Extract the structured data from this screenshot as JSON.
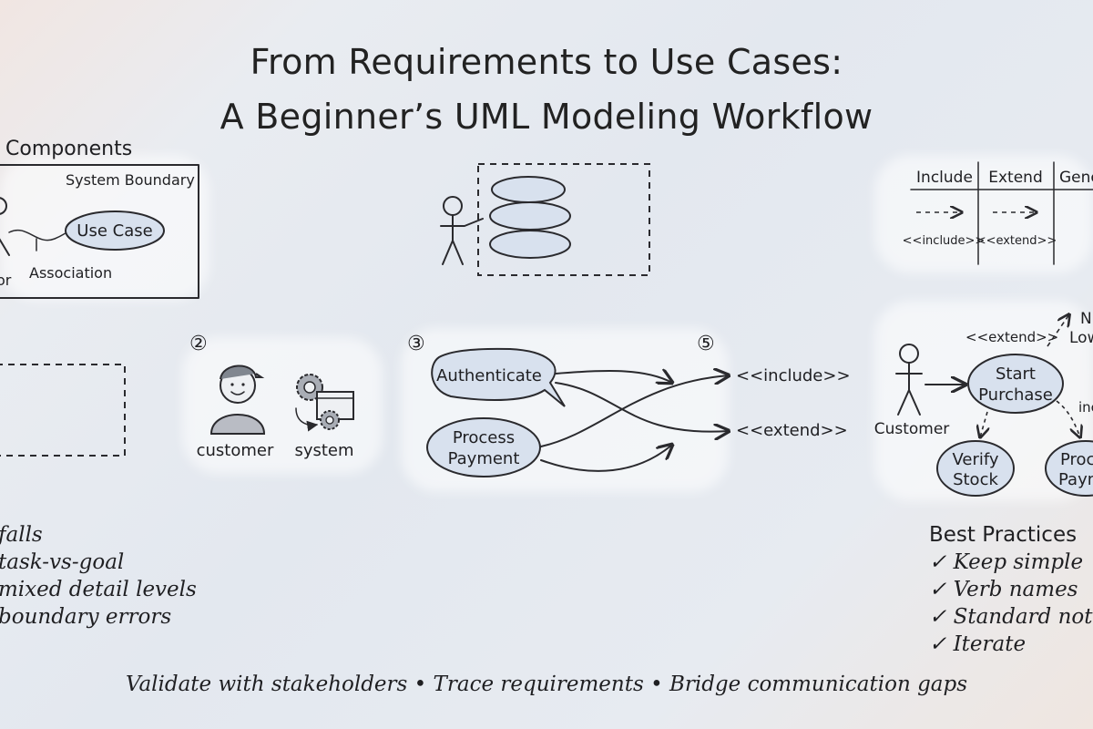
{
  "title_line1": "From Requirements to Use Cases:",
  "title_line2": "A Beginner’s UML Modeling Workflow",
  "components": {
    "heading": "Components",
    "system_boundary": "System Boundary",
    "use_case": "Use Case",
    "actor": "or",
    "association": "Association"
  },
  "relationships": {
    "include": "Include",
    "extend": "Extend",
    "generalization": "Gene",
    "include_stereo": "<<include>>",
    "extend_stereo": "<<extend>>"
  },
  "step2": {
    "number": "②",
    "customer": "customer",
    "system": "system"
  },
  "step3": {
    "number": "③",
    "authenticate": "Authenticate",
    "process_payment_l1": "Process",
    "process_payment_l2": "Payment"
  },
  "step5": {
    "number": "⑤",
    "include": "<<include>>",
    "extend": "<<extend>>"
  },
  "example": {
    "extend_label": "<<extend>>",
    "customer": "Customer",
    "start_purchase_l1": "Start",
    "start_purchase_l2": "Purchase",
    "verify_stock_l1": "Verify",
    "verify_stock_l2": "Stock",
    "process_payment_l1": "Proc",
    "process_payment_l2": "Paym",
    "notify_l1": "N",
    "notify_l2": "Low",
    "include_label": "inc"
  },
  "pitfalls": {
    "heading": "falls",
    "items": [
      "task-vs-goal",
      "mixed detail levels",
      "boundary errors"
    ]
  },
  "best_practices": {
    "heading": "Best Practices",
    "check": "✓",
    "items": [
      "Keep simple",
      "Verb names",
      "Standard notat",
      "Iterate"
    ]
  },
  "footer": "Validate with stakeholders • Trace requirements • Bridge communication gaps"
}
